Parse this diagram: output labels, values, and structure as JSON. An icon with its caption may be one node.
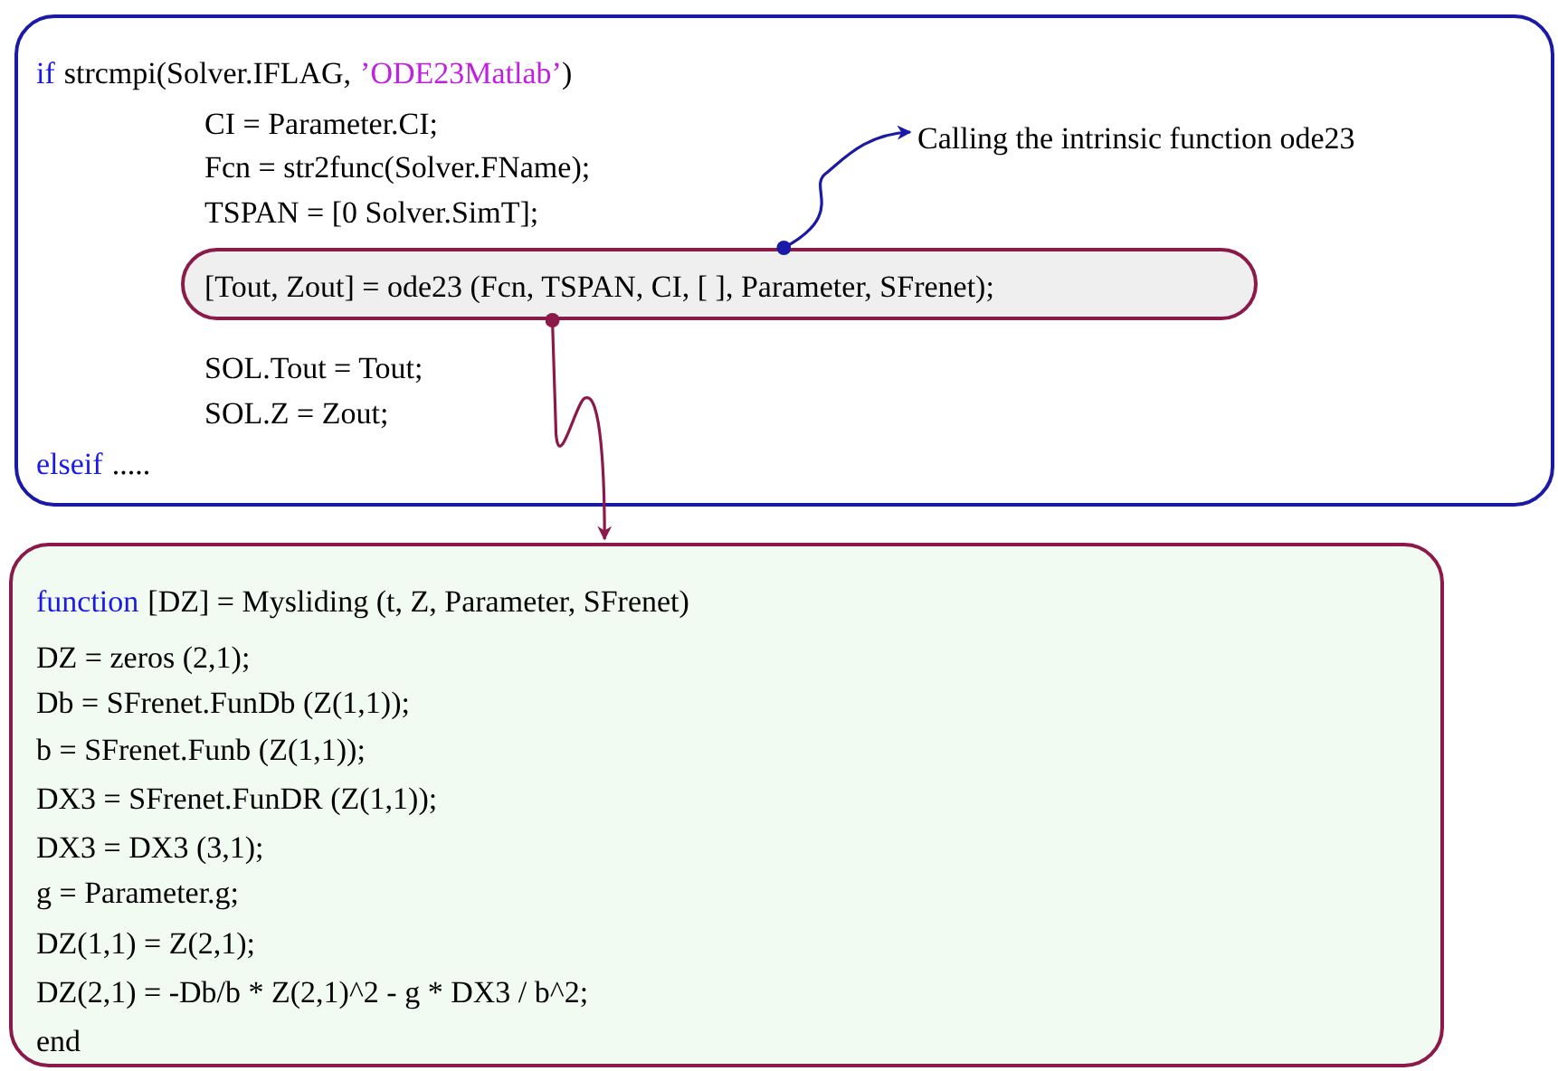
{
  "diagram": {
    "nodes": [
      {
        "text": [
          "if",
          "strcmpi(Solver.IFLAG,",
          "’ODE23Matlab’",
          ")",
          "CI = Parameter.CI;",
          "Fcn = str2func(Solver.FName);",
          "TSPAN = [0 Solver.SimT];",
          "SOL.Tout = Tout;",
          "SOL.Z = Zout;",
          "elseif",
          "....."
        ]
      },
      {
        "text": [
          "[Tout, Zout] = ode23 (Fcn, TSPAN, CI, [ ], Parameter, SFrenet);"
        ],
        "in": 0
      },
      {
        "text": [
          "Calling the intrinsic function ode23"
        ],
        "in": 0
      },
      {
        "text": [
          "function",
          "[DZ] = Mysliding (t, Z, Parameter, SFrenet)",
          "DZ = zeros (2,1);",
          "Db = SFrenet.FunDb (Z(1,1));",
          "b = SFrenet.Funb (Z(1,1));",
          "DX3 = SFrenet.FunDR (Z(1,1));",
          "DX3 = DX3 (3,1);",
          "g = Parameter.g;",
          "DZ(1,1) = Z(2,1);",
          "DZ(2,1) = -Db/b * Z(2,1)^2 - g * DX3 / b^2;",
          "end"
        ]
      }
    ],
    "edges": [
      {
        "from": 1,
        "to": 2,
        "arrow": "to",
        "color": "#1a1aa6"
      },
      {
        "from": 1,
        "to": 3,
        "arrow": "to",
        "color": "#8b1a4a"
      }
    ]
  }
}
